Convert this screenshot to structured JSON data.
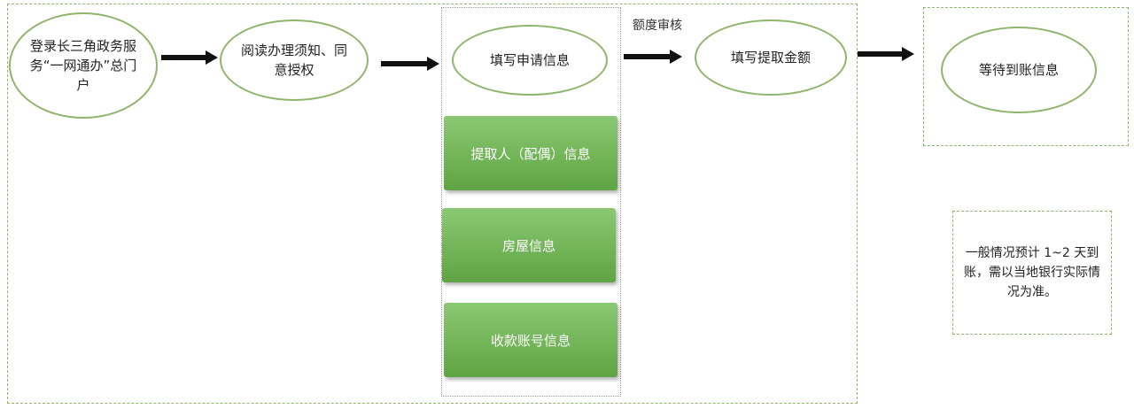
{
  "steps": [
    {
      "label": "登录长三角政务服务“一网通办”总门户"
    },
    {
      "label": "阅读办理须知、同意授权"
    },
    {
      "label": "填写申请信息"
    },
    {
      "label": "填写提取金额"
    },
    {
      "label": "等待到账信息"
    }
  ],
  "sub_steps": [
    {
      "label": "提取人（配偶）信息"
    },
    {
      "label": "房屋信息"
    },
    {
      "label": "收款账号信息"
    }
  ],
  "edge_label": "额度审核",
  "note": "一般情况预计 1~2 天到账，需以当地银行实际情况为准。",
  "colors": {
    "frame": "#8fb46b",
    "oval_border": "#8fb46b",
    "box_fill": "#6cb04f",
    "arrow": "#111111"
  }
}
